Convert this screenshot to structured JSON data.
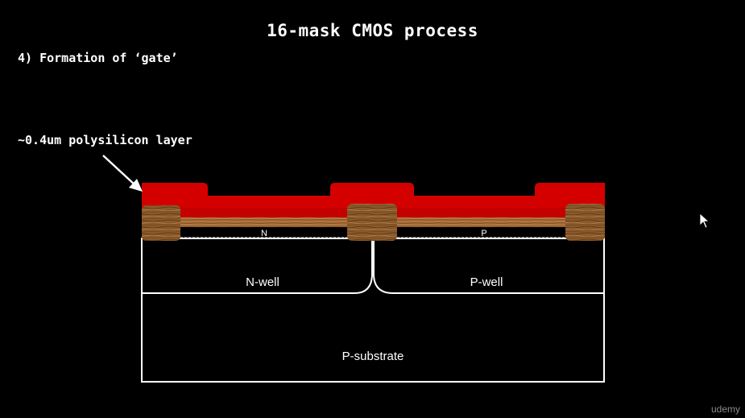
{
  "title": "16-mask CMOS process",
  "step": "4) Formation of ‘gate’",
  "callout": "~0.4um polysilicon layer",
  "labels": {
    "n_diffusion": "N",
    "p_diffusion": "P",
    "n_well": "N-well",
    "p_well": "P-well",
    "p_substrate": "P-substrate"
  },
  "watermark": "udemy",
  "colors": {
    "polysilicon": "#d40000",
    "oxide": "#a0622d",
    "field_oxide": "#7a4a22",
    "outline": "#ffffff",
    "background": "#000000"
  },
  "icons": {
    "cursor": "pointer-cursor-icon",
    "arrow": "callout-arrow"
  }
}
